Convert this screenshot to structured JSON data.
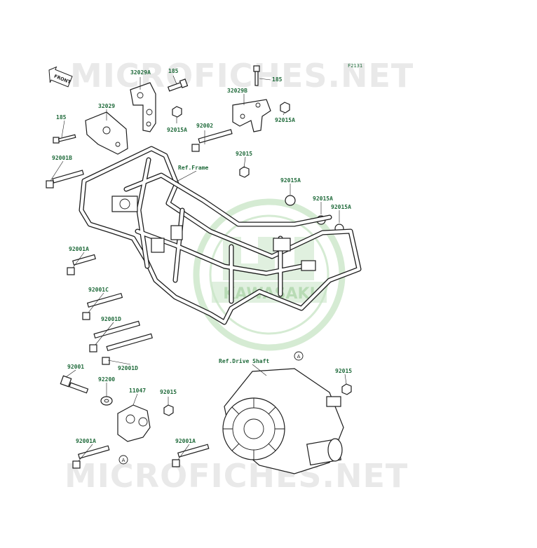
{
  "figure_id": "F2131",
  "watermark_text": "MICROFICHES.NET",
  "logo_text": "KAWASAKI",
  "front_marker": "FRONT",
  "reference_labels": {
    "frame": "Ref.Frame",
    "drive_shaft": "Ref.Drive Shaft"
  },
  "callout_letter": "A",
  "parts": {
    "p32029A": "32029A",
    "p185_top": "185",
    "p185_right": "185",
    "p185_left": "185",
    "p32029": "32029",
    "p32029B": "32029B",
    "p92015A_1": "92015A",
    "p92015A_2": "92015A",
    "p92002": "92002",
    "p92001B": "92001B",
    "p92015_1": "92015",
    "p92015A_3": "92015A",
    "p92015A_4": "92015A",
    "p92015A_5": "92015A",
    "p92001A_1": "92001A",
    "p92001C": "92001C",
    "p92001D_1": "92001D",
    "p92001D_2": "92001D",
    "p92001": "92001",
    "p92200": "92200",
    "p11047": "11047",
    "p92015_2": "92015",
    "p92015_3": "92015",
    "p92001A_2": "92001A",
    "p92001A_3": "92001A"
  },
  "colors": {
    "label_green": "#1f6a3a",
    "logo_green": "#c7e4c4",
    "watermark_gray": "#e9e9e9",
    "line": "#1c1c1c"
  }
}
